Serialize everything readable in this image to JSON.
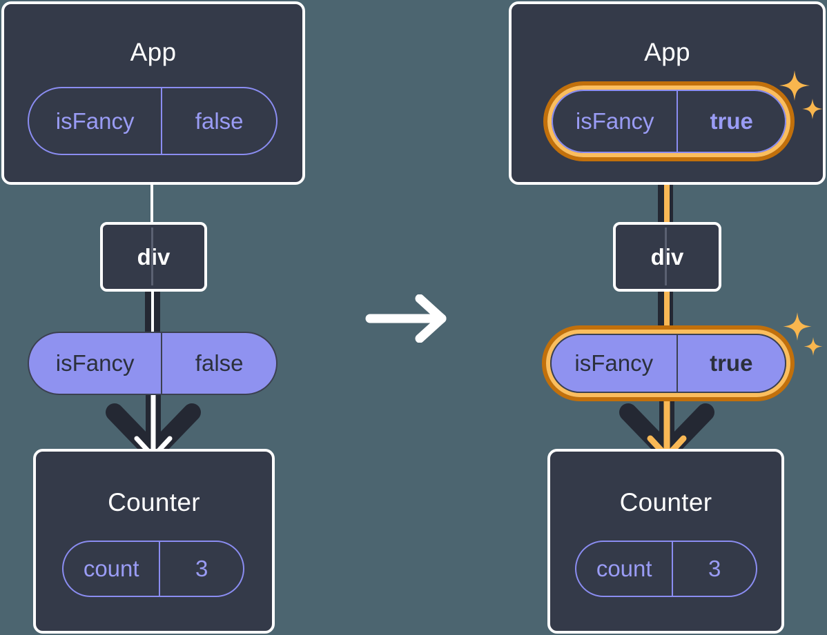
{
  "meta": {
    "background_color": "#4c6570",
    "card_color": "#343a49",
    "border_color": "#ffffff",
    "pill_purple_fill": "#8f92f0",
    "pill_purple_stroke": "#8b8df2",
    "highlight_outer": "#c2700b",
    "highlight_inner": "#fbbe5e",
    "sparkle_color": "#f9b64e",
    "line_dark": "#242833",
    "line_amber": "#f9b855"
  },
  "panels": [
    {
      "id": "before",
      "app": {
        "title": "App",
        "state_pill": {
          "key": "isFancy",
          "value": "false",
          "style": "outline",
          "highlighted": false,
          "value_bold": false
        }
      },
      "div": {
        "label": "div"
      },
      "prop_pill": {
        "key": "isFancy",
        "value": "false",
        "style": "filled",
        "highlighted": false,
        "value_bold": false
      },
      "counter": {
        "title": "Counter",
        "state_pill": {
          "key": "count",
          "value": "3",
          "style": "outline",
          "highlighted": false,
          "value_bold": false
        }
      },
      "flow_color": "#ffffff",
      "sparkles": false
    },
    {
      "id": "after",
      "app": {
        "title": "App",
        "state_pill": {
          "key": "isFancy",
          "value": "true",
          "style": "outline",
          "highlighted": true,
          "value_bold": true
        }
      },
      "div": {
        "label": "div"
      },
      "prop_pill": {
        "key": "isFancy",
        "value": "true",
        "style": "filled",
        "highlighted": true,
        "value_bold": true
      },
      "counter": {
        "title": "Counter",
        "state_pill": {
          "key": "count",
          "value": "3",
          "style": "outline",
          "highlighted": false,
          "value_bold": false
        }
      },
      "flow_color": "#f9b855",
      "sparkles": true
    }
  ],
  "transition": {
    "icon": "right-arrow-icon",
    "color": "#ffffff"
  }
}
